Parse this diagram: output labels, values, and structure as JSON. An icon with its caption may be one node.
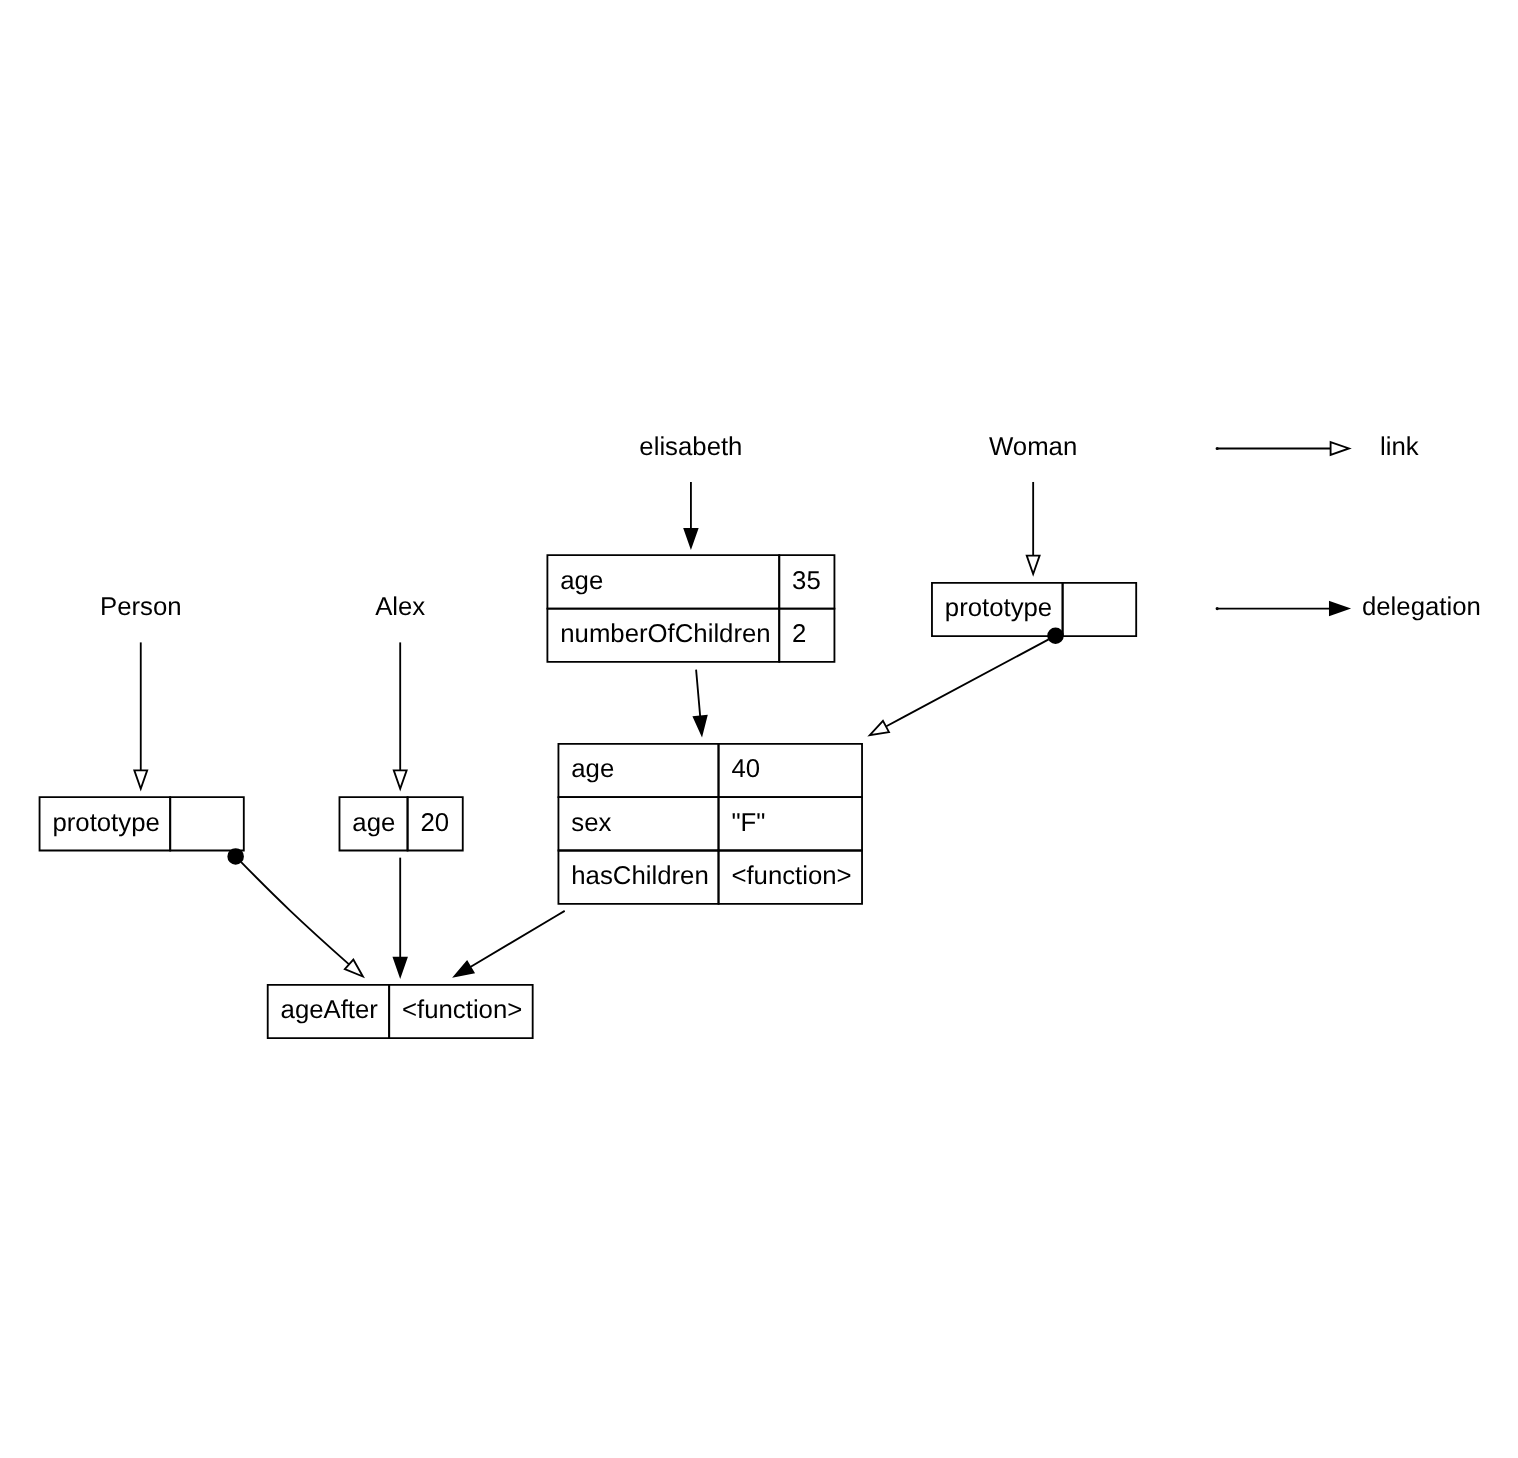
{
  "diagram": {
    "nodes": [
      {
        "text": [
          "age",
          "40",
          "sex",
          "\"F\"",
          "hasChildren",
          "<function>"
        ]
      },
      {
        "text": [
          "elisabeth"
        ]
      },
      {
        "text": [
          "age",
          "35",
          "numberOfChildren",
          "2"
        ]
      },
      {
        "text": [
          "Woman"
        ]
      },
      {
        "text": [
          "prototype"
        ]
      },
      {
        "text": [
          "prototype"
        ]
      },
      {
        "text": [
          "ageAfter",
          "<function>"
        ]
      },
      {
        "text": [
          "Person"
        ]
      },
      {
        "text": [
          "age",
          "20"
        ]
      },
      {
        "text": [
          "Alex"
        ]
      }
    ],
    "edges": [
      {
        "from": 1,
        "to": 2,
        "arrow": "to"
      },
      {
        "from": 2,
        "to": 0,
        "arrow": "to"
      },
      {
        "from": 3,
        "to": 4,
        "arrow": "to"
      },
      {
        "from": 4,
        "to": 0,
        "arrow": "to"
      },
      {
        "from": 0,
        "to": 6,
        "arrow": "to"
      },
      {
        "from": 5,
        "to": 6,
        "arrow": "to"
      },
      {
        "from": 7,
        "to": 5,
        "arrow": "to"
      },
      {
        "from": 8,
        "to": 6,
        "arrow": "to"
      },
      {
        "from": 9,
        "to": 8,
        "arrow": "to"
      }
    ],
    "legend": [
      {
        "text": "link"
      },
      {
        "text": "delegation"
      }
    ]
  }
}
